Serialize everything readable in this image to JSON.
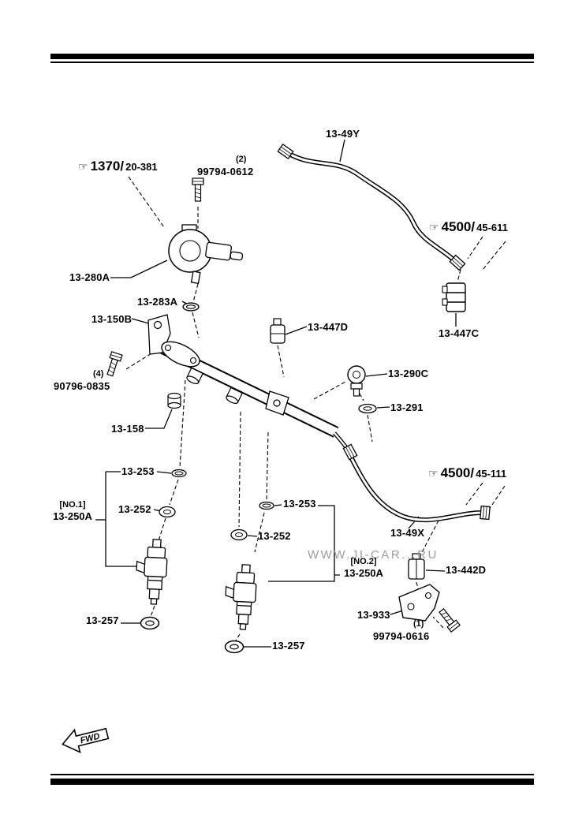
{
  "page": {
    "watermark": "WWW.JI-CAR...RU",
    "fwd_label": "FWD"
  },
  "icons": {
    "hand": "☞"
  },
  "refs": {
    "r1370": {
      "code": "1370/",
      "fig": "20-381"
    },
    "r4500_611": {
      "code": "4500/",
      "fig": "45-611"
    },
    "r4500_111": {
      "code": "4500/",
      "fig": "45-111"
    }
  },
  "parts": {
    "bolt_0612": {
      "qty": "(2)",
      "num": "99794-0612"
    },
    "pipe_49y": "13-49Y",
    "regulator": "13-280A",
    "oring_283a": "13-283A",
    "rail": "13-150B",
    "clip_447d": "13-447D",
    "clip_447c": "13-447C",
    "bolt_0835": {
      "qty": "(4)",
      "num": "90796-0835"
    },
    "valve_290c": "13-290C",
    "washer_291": "13-291",
    "spacer_158": "13-158",
    "oring_253_left": "13-253",
    "grommet_252_left": "13-252",
    "inj1_tag": "[NO.1]",
    "inj1_num": "13-250A",
    "oring_253_right": "13-253",
    "grommet_252_right": "13-252",
    "hose_49x": "13-49X",
    "clip_442d": "13-442D",
    "inj2_tag": "[NO.2]",
    "inj2_num": "13-250A",
    "bracket_933": "13-933",
    "bolt_0616": {
      "qty": "(1)",
      "num": "99794-0616"
    },
    "grommet_257_left": "13-257",
    "grommet_257_right": "13-257"
  }
}
